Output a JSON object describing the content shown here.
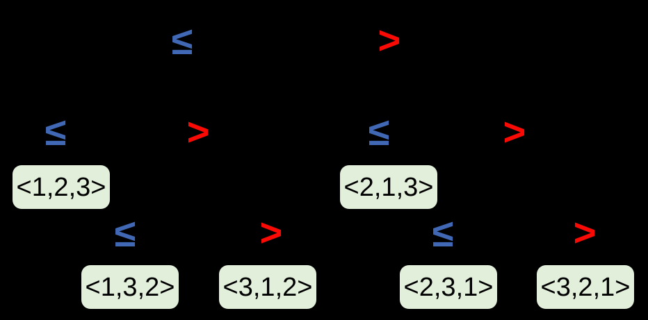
{
  "figure": {
    "type": "decision-tree",
    "background_color": "#000000",
    "le_symbol_color": "#4068B4",
    "gt_symbol_color": "#FA0A05",
    "leaf_background_color": "#E2EFDA",
    "leaf_text_color": "#000000",
    "edge_labels": [
      {
        "position": "root-left",
        "text": "≤"
      },
      {
        "position": "root-right",
        "text": ">"
      },
      {
        "position": "left-subtree-left",
        "text": "≤"
      },
      {
        "position": "left-subtree-right",
        "text": ">"
      },
      {
        "position": "right-subtree-left",
        "text": "≤"
      },
      {
        "position": "right-subtree-right",
        "text": ">"
      },
      {
        "position": "left-bottom-left",
        "text": "≤"
      },
      {
        "position": "left-bottom-right",
        "text": ">"
      },
      {
        "position": "right-bottom-left",
        "text": "≤"
      },
      {
        "position": "right-bottom-right",
        "text": ">"
      }
    ],
    "leaves": [
      {
        "text": "<1,2,3>"
      },
      {
        "text": "<2,1,3>"
      },
      {
        "text": "<1,3,2>"
      },
      {
        "text": "<3,1,2>"
      },
      {
        "text": "<2,3,1>"
      },
      {
        "text": "<3,2,1>"
      }
    ]
  }
}
